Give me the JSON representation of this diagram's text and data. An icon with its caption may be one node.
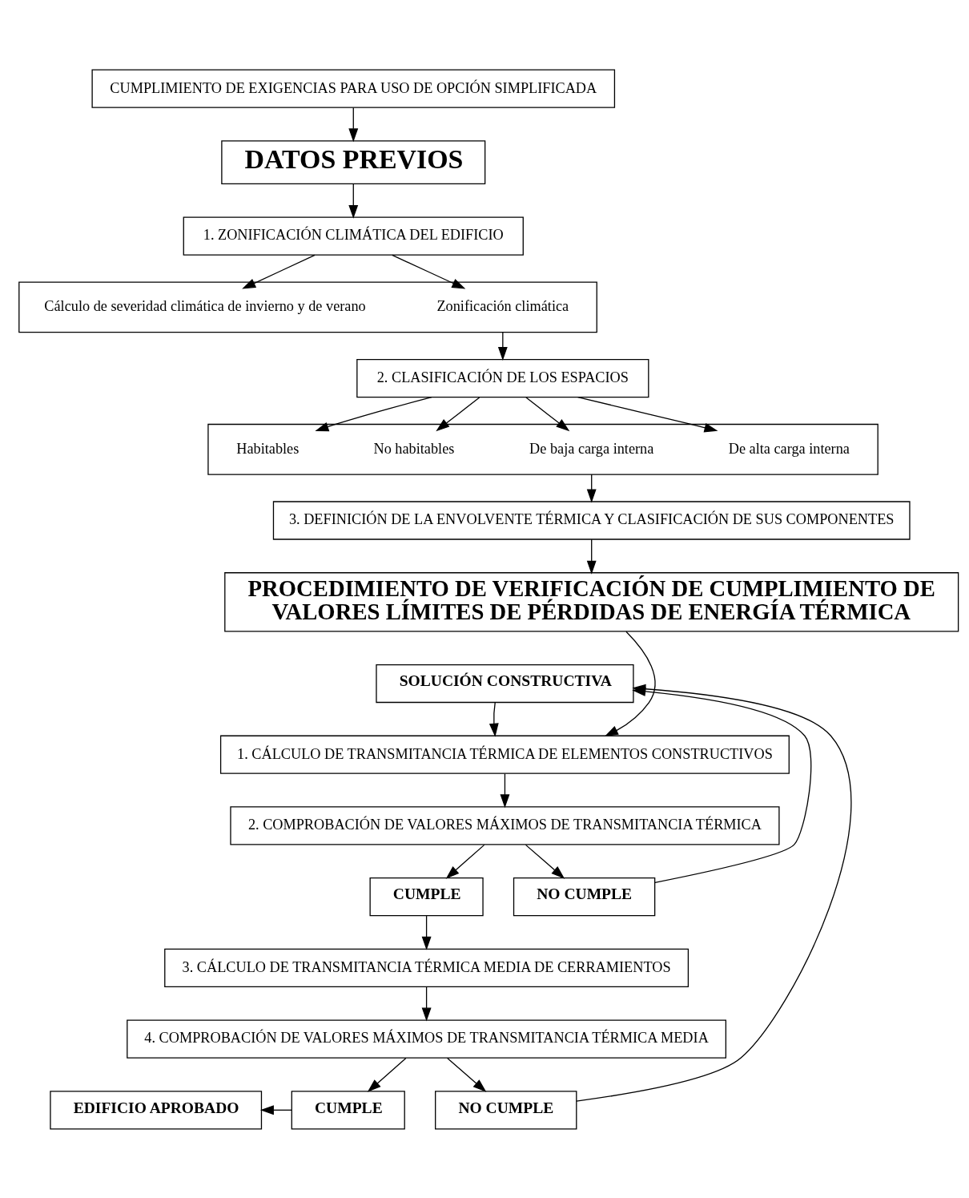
{
  "diagram": {
    "nodes": [
      {
        "text": [
          "CUMPLIMIENTO DE EXIGENCIAS PARA USO DE OPCIÓN SIMPLIFICADA"
        ]
      },
      {
        "text": [
          "DATOS PREVIOS"
        ]
      },
      {
        "text": [
          "1. ZONIFICACIÓN CLIMÁTICA DEL EDIFICIO"
        ]
      },
      {
        "text": [],
        "shape": "box"
      },
      {
        "text": [
          "Cálculo de severidad climática de invierno y de verano"
        ],
        "in": 3
      },
      {
        "text": [
          "Zonificación climática"
        ],
        "in": 3
      },
      {
        "text": [
          "2. CLASIFICACIÓN DE LOS ESPACIOS"
        ]
      },
      {
        "text": [],
        "shape": "box"
      },
      {
        "text": [
          "Habitables"
        ],
        "in": 7
      },
      {
        "text": [
          "No habitables"
        ],
        "in": 7
      },
      {
        "text": [
          "De baja carga interna"
        ],
        "in": 7
      },
      {
        "text": [
          "De alta carga interna"
        ],
        "in": 7
      },
      {
        "text": [
          "3. DEFINICIÓN DE LA ENVOLVENTE TÉRMICA Y CLASIFICACIÓN DE SUS COMPONENTES"
        ]
      },
      {
        "text": [
          "PROCEDIMIENTO DE VERIFICACIÓN DE CUMPLIMIENTO DE VALORES LÍMITES DE PÉRDIDAS DE ENERGÍA TÉRMICA"
        ]
      },
      {
        "text": [
          "SOLUCIÓN CONSTRUCTIVA"
        ]
      },
      {
        "text": [
          "1. CÁLCULO DE TRANSMITANCIA TÉRMICA DE ELEMENTOS CONSTRUCTIVOS"
        ]
      },
      {
        "text": [
          "2. COMPROBACIÓN DE VALORES MÁXIMOS DE TRANSMITANCIA TÉRMICA"
        ]
      },
      {
        "text": [
          "CUMPLE"
        ]
      },
      {
        "text": [
          "NO CUMPLE"
        ]
      },
      {
        "text": [
          "3. CÁLCULO DE TRANSMITANCIA TÉRMICA MEDIA DE CERRAMIENTOS"
        ]
      },
      {
        "text": [
          "4. COMPROBACIÓN DE VALORES MÁXIMOS DE TRANSMITANCIA TÉRMICA MEDIA"
        ]
      },
      {
        "text": [
          "EDIFICIO APROBADO"
        ]
      },
      {
        "text": [
          "CUMPLE"
        ]
      },
      {
        "text": [
          "NO CUMPLE"
        ]
      }
    ],
    "edges": [
      {
        "from": 0,
        "to": 1,
        "arrow": "to"
      },
      {
        "from": 1,
        "to": 2,
        "arrow": "to"
      },
      {
        "from": 2,
        "to": 4,
        "arrow": "to"
      },
      {
        "from": 2,
        "to": 5,
        "arrow": "to"
      },
      {
        "from": 3,
        "to": 6,
        "arrow": "to"
      },
      {
        "from": 6,
        "to": 8,
        "arrow": "to"
      },
      {
        "from": 6,
        "to": 9,
        "arrow": "to"
      },
      {
        "from": 6,
        "to": 10,
        "arrow": "to"
      },
      {
        "from": 6,
        "to": 11,
        "arrow": "to"
      },
      {
        "from": 7,
        "to": 12,
        "arrow": "to"
      },
      {
        "from": 12,
        "to": 13,
        "arrow": "to"
      },
      {
        "from": 13,
        "to": 15,
        "arrow": "to"
      },
      {
        "from": 14,
        "to": 15,
        "arrow": "to"
      },
      {
        "from": 15,
        "to": 16,
        "arrow": "to"
      },
      {
        "from": 16,
        "to": 17,
        "arrow": "to"
      },
      {
        "from": 16,
        "to": 18,
        "arrow": "to"
      },
      {
        "from": 18,
        "to": 14,
        "arrow": "to"
      },
      {
        "from": 17,
        "to": 19,
        "arrow": "to"
      },
      {
        "from": 19,
        "to": 20,
        "arrow": "to"
      },
      {
        "from": 20,
        "to": 22,
        "arrow": "to"
      },
      {
        "from": 20,
        "to": 23,
        "arrow": "to"
      },
      {
        "from": 22,
        "to": 21,
        "arrow": "to"
      },
      {
        "from": 23,
        "to": 14,
        "arrow": "to"
      }
    ]
  }
}
